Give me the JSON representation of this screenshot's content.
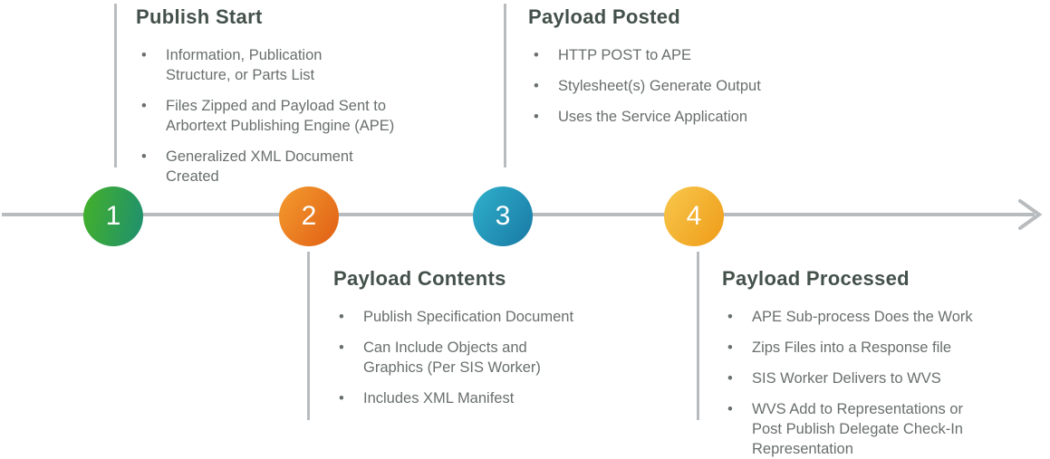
{
  "steps": [
    {
      "number": "1",
      "title": "Publish Start",
      "position": "top",
      "bullets": [
        "Information, Publication\nStructure, or Parts List",
        "Files Zipped and Payload Sent to\nArbortext Publishing Engine (APE)",
        "Generalized XML Document\nCreated"
      ]
    },
    {
      "number": "2",
      "title": "Payload Contents",
      "position": "bottom",
      "bullets": [
        "Publish Specification Document",
        "Can Include Objects and\nGraphics (Per SIS Worker)",
        "Includes XML Manifest"
      ]
    },
    {
      "number": "3",
      "title": "Payload Posted",
      "position": "top",
      "bullets": [
        "HTTP POST to APE",
        "Stylesheet(s) Generate Output",
        "Uses the Service Application"
      ]
    },
    {
      "number": "4",
      "title": "Payload Processed",
      "position": "bottom",
      "bullets": [
        "APE Sub-process Does the Work",
        "Zips Files into a Response file",
        "SIS Worker Delivers to WVS",
        "WVS Add to Representations or\nPost Publish Delegate Check-In\nRepresentation"
      ]
    }
  ],
  "colors": {
    "step1_gradient": [
      "#44b128",
      "#1e8f70"
    ],
    "step2_gradient": [
      "#f49c2f",
      "#e05e14"
    ],
    "step3_gradient": [
      "#2fb0cb",
      "#1979a4"
    ],
    "step4_gradient": [
      "#f8c84d",
      "#ef9b17"
    ],
    "axis_line": "#b9bcbe",
    "heading_text": "#44514b",
    "body_text": "#686f6c",
    "step_number_text": "#ffffff"
  }
}
